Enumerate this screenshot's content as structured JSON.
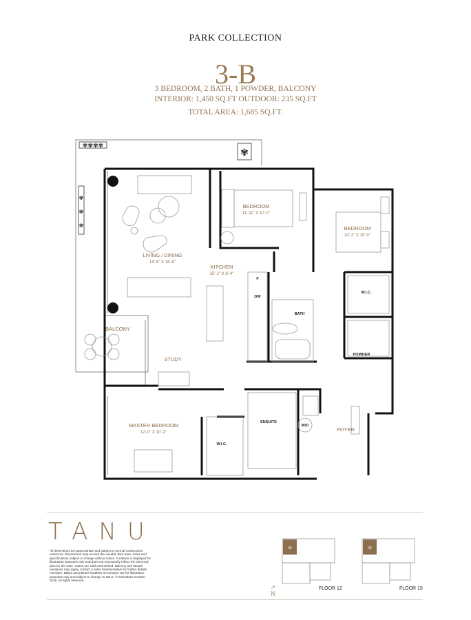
{
  "header": {
    "collection": "PARK COLLECTION",
    "unit": "3-B",
    "description": "3 BEDROOM, 2 BATH, 1 POWDER, BALCONY",
    "areas": "INTERIOR: 1,450 SQ.FT  OUTDOOR: 235 SQ.FT",
    "total": "TOTAL AREA: 1,685 SQ.FT."
  },
  "rooms": {
    "living": {
      "name": "LIVING / DINING",
      "dim": "14'-5\" X 18'-8\""
    },
    "kitchen": {
      "name": "KITCHEN",
      "dim": "15'-1\" X 8'-4\""
    },
    "bedroom1": {
      "name": "BEDROOM",
      "dim": "11'-11\" X 10'-0\""
    },
    "bedroom2": {
      "name": "BEDROOM",
      "dim": "10'-2\" X 10'-0\""
    },
    "master": {
      "name": "MASTER BEDROOM",
      "dim": "12'-0\" X 10'-2\""
    },
    "balcony": "BALCONY",
    "study": "STUDY",
    "foyer": "FOYER",
    "bath": "BATH",
    "powder": "POWDER",
    "ensuite": "ENSUITE",
    "wic1": "W.I.C.",
    "wic2": "W.I.C.",
    "wd": "W/D",
    "dw": "DW",
    "fridge": "F"
  },
  "footer": {
    "logo": "TANU",
    "disclaimer": "All dimensions are approximate and subject to normal construction variances. Dimensions may exceed the useable floor area. Sizes and specifications subject to change without notice. Furniture is displayed for illustration purposes only and does not necessarily reflect the electrical plan for the suite. Suites are sold unfurnished. Balcony and facade variations may apply, contact a sales representative for further details. Furniture, BBQs and planter locations on terraces are for illustration purposes only and subject to change. E.&O.E. © Edenshaw October 2018. All rights reserved.",
    "north": "N",
    "floors": [
      {
        "label": "FLOOR 12",
        "unit_tag": "06"
      },
      {
        "label": "FLOOR 15",
        "unit_tag": "06"
      }
    ]
  },
  "colors": {
    "accent": "#9a7b55",
    "label": "#8a6a45",
    "wall": "#111111"
  }
}
